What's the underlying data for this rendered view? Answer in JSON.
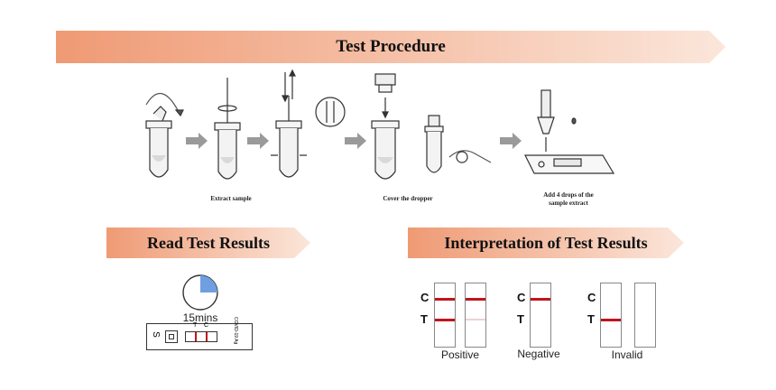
{
  "banners": {
    "procedure": "Test Procedure",
    "read": "Read Test Results",
    "interpret": "Interpretation of Test Results"
  },
  "steps": {
    "extract": "Extract sample",
    "cover": "Cover the dropper",
    "add_line1": "Add 4 drops of the",
    "add_line2": "sample extract"
  },
  "timer": {
    "label": "15mins"
  },
  "cassette": {
    "s_label": "S",
    "t_label": "T",
    "c_label": "C",
    "side_text": "COVID-19 Ag"
  },
  "interpretation": {
    "c": "C",
    "t": "T",
    "positive": "Positive",
    "negative": "Negative",
    "invalid": "Invalid"
  },
  "colors": {
    "banner_start": "#ef9a74",
    "banner_end": "#fbe6da",
    "line_red": "#c0151b",
    "timer_blue": "#6f9fe0"
  }
}
